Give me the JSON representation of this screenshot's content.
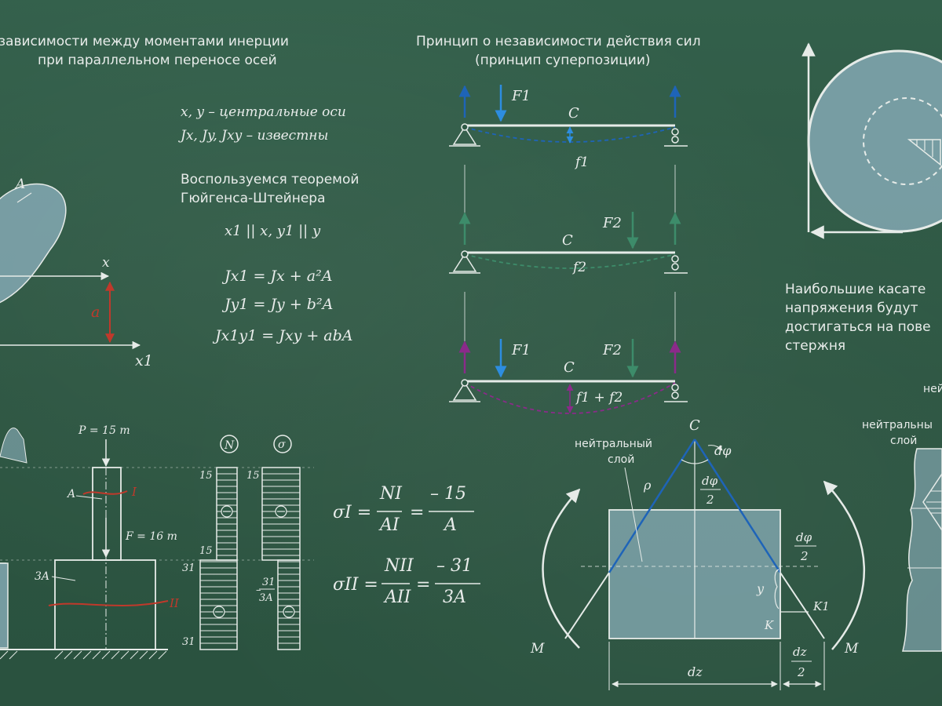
{
  "colors": {
    "board": "#2f5a46",
    "chalk": "#e8ecea",
    "fill": "#8fb3c1",
    "blue": "#2d8de0",
    "green": "#3d8c6a",
    "purple": "#8b2a8a",
    "red": "#c0392b"
  },
  "left_top": {
    "title_line1": "зависимости между моментами инерции",
    "title_line2": "при параллельном переносе осей",
    "text1": "x, y – центральные оси",
    "text2": "Jx, Jy, Jxy – известны",
    "text3": "Воспользуемся теоремой",
    "text4": "Гюйгенса-Штейнера",
    "formula0": "x1 || x,  y1 || y",
    "formula1": "Jx1 = Jx + a²A",
    "formula2": "Jy1 = Jy + b²A",
    "formula3": "Jx1y1 = Jxy + abA",
    "label_A": "A",
    "label_x": "x",
    "label_x1": "x1",
    "label_a": "a"
  },
  "center_top": {
    "title_line1": "Принцип о независимости действия сил",
    "title_line2": "(принцип суперпозиции)",
    "F1": "F1",
    "F2": "F2",
    "C": "C",
    "f1": "f1",
    "f2": "f2",
    "f1f2": "f1 + f2"
  },
  "right_top": {
    "text1": "Наибольшие касате",
    "text2": "напряжения будут",
    "text3": "достигаться на пове",
    "text4": "стержня"
  },
  "bottom_left": {
    "P": "P = 15 т",
    "F": "F = 16 т",
    "A": "A",
    "A3": "3A",
    "I": "I",
    "II": "II",
    "N": "N",
    "sigma": "σ",
    "n15a": "15",
    "n15b": "15",
    "n15c": "15",
    "n31a": "31",
    "n31b": "31",
    "frac_num": "31",
    "frac_den": "3A",
    "frac_sign": "–"
  },
  "formulas_mid": {
    "s1_lhs": "σI =",
    "s1_num": "NI",
    "s1_den": "AI",
    "s1_eq": "=",
    "s1_rnum": "– 15",
    "s1_rden": "A",
    "s2_lhs": "σII =",
    "s2_num": "NII",
    "s2_den": "AII",
    "s2_eq": "=",
    "s2_rnum": "– 31",
    "s2_rden": "3A"
  },
  "bending": {
    "neutral1": "нейтральный",
    "neutral2": "слой",
    "C": "C",
    "dphi": "dφ",
    "dphi_num": "dφ",
    "dphi_den": "2",
    "dphi2_num": "dφ",
    "dphi2_den": "2",
    "rho": "ρ",
    "y": "y",
    "K": "K",
    "K1": "K1",
    "M_left": "M",
    "M_right": "M",
    "dz": "dz",
    "dz2_num": "dz",
    "dz2_den": "2"
  },
  "bottom_right": {
    "n1": "нейт",
    "n2": "нейтральны",
    "n3": "слой"
  }
}
